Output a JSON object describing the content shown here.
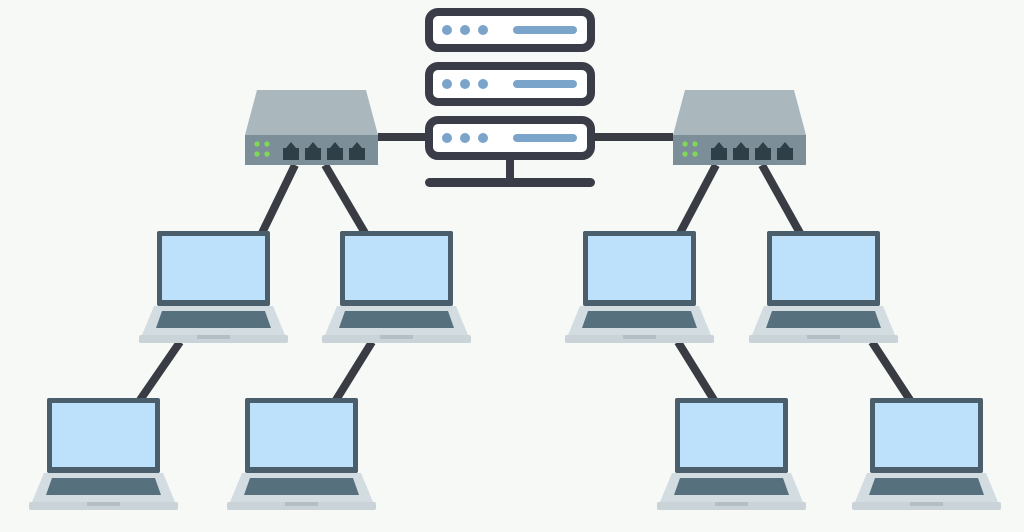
{
  "diagram": {
    "type": "network-topology",
    "nodes": {
      "server": "server-rack",
      "switches": [
        "switch-left",
        "switch-right"
      ],
      "laptops": [
        "laptop-1",
        "laptop-2",
        "laptop-3",
        "laptop-4",
        "laptop-5",
        "laptop-6",
        "laptop-7",
        "laptop-8"
      ]
    },
    "links": [
      [
        "switch-left",
        "server-rack"
      ],
      [
        "server-rack",
        "switch-right"
      ],
      [
        "switch-left",
        "laptop-1"
      ],
      [
        "switch-left",
        "laptop-2"
      ],
      [
        "switch-right",
        "laptop-3"
      ],
      [
        "switch-right",
        "laptop-4"
      ],
      [
        "laptop-1",
        "laptop-5"
      ],
      [
        "laptop-2",
        "laptop-6"
      ],
      [
        "laptop-3",
        "laptop-7"
      ],
      [
        "laptop-4",
        "laptop-8"
      ]
    ]
  },
  "colors": {
    "background": "#f6f9f6",
    "cable": "#393c42",
    "server_outline": "#3a3d48",
    "server_accent": "#7ba4cb",
    "switch_top": "#aab8be",
    "switch_front": "#7c8f99",
    "led": "#7ed957",
    "port": "#2f3f47",
    "laptop_frame": "#4a5e6c",
    "laptop_screen": "#bde0fb",
    "laptop_deck": "#d3dce1",
    "laptop_keyboard": "#56707e"
  }
}
